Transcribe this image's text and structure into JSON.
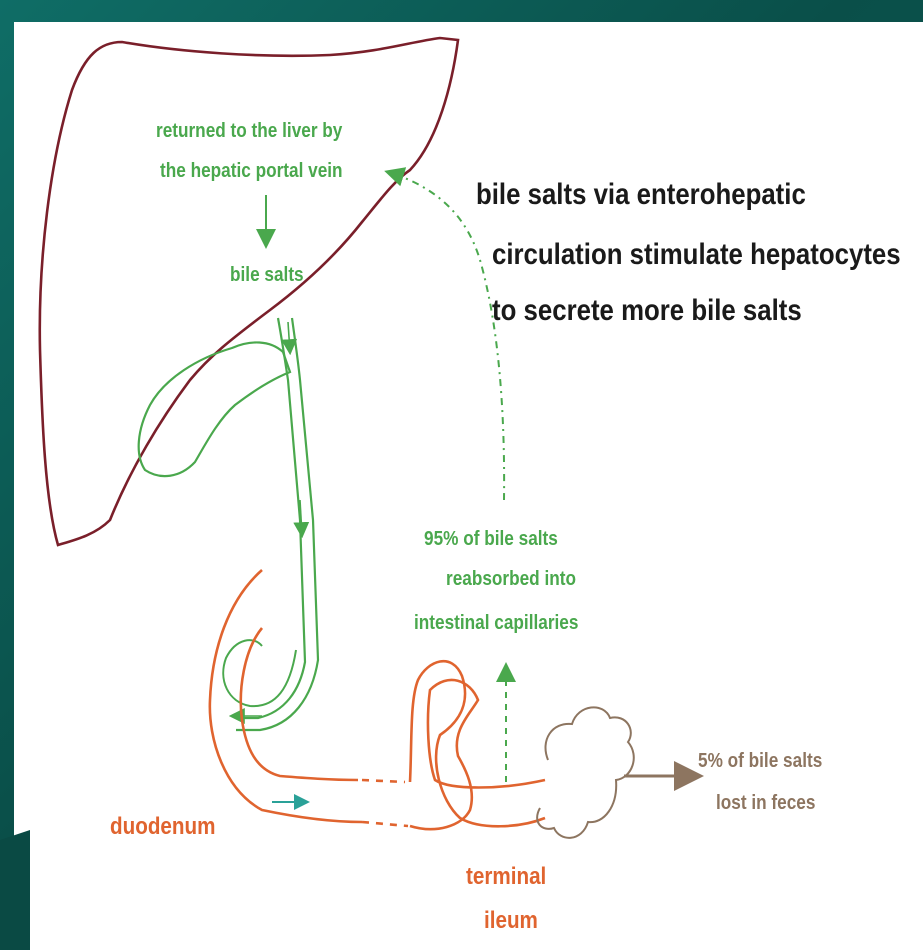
{
  "labels": {
    "returned_line1": "returned to the liver by",
    "returned_line2": "the hepatic portal vein",
    "bile_salts": "bile salts",
    "enterohepatic_line1": "bile salts via enterohepatic",
    "enterohepatic_line2": "circulation stimulate hepatocytes",
    "enterohepatic_line3": "to secrete more bile salts",
    "reabsorbed_line1": "95% of bile salts",
    "reabsorbed_line2": "reabsorbed into",
    "reabsorbed_line3": "intestinal capillaries",
    "lost_line1": "5% of bile salts",
    "lost_line2": "lost in feces",
    "duodenum": "duodenum",
    "terminal_ileum_line1": "terminal",
    "terminal_ileum_line2": "ileum"
  },
  "colors": {
    "liver": "#7a1f2a",
    "bile_green": "#4aa84d",
    "intestine_orange": "#e0642f",
    "feces_brown": "#8d7560",
    "arrow_teal": "#2aa198",
    "background_teal": "#0d5e58"
  }
}
